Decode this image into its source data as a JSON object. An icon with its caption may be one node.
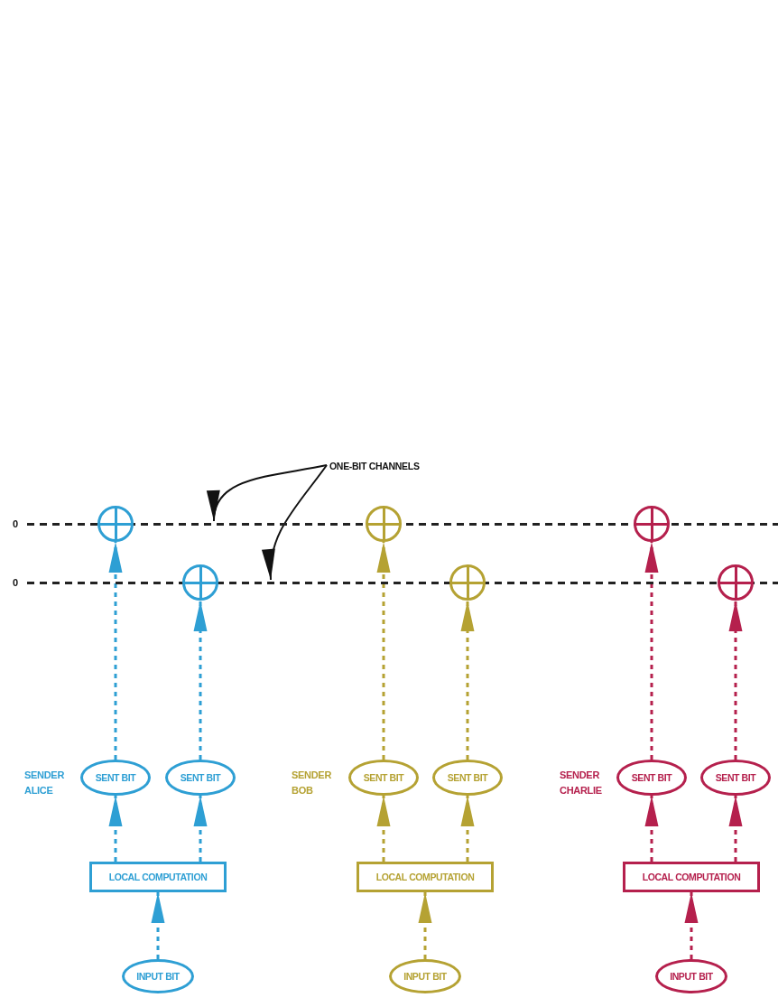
{
  "diagram": {
    "nodes": [
      {
        "text": [
          "ONE-BIT CHANNELS"
        ]
      },
      {
        "text": [],
        "shape": "line"
      },
      {
        "text": [],
        "shape": "line"
      },
      {
        "text": [],
        "shape": "circle"
      },
      {
        "text": [],
        "shape": "circle"
      },
      {
        "text": [],
        "shape": "circle"
      },
      {
        "text": [],
        "shape": "circle"
      },
      {
        "text": [],
        "shape": "circle"
      },
      {
        "text": [],
        "shape": "circle"
      },
      {
        "text": [
          "SENT BIT"
        ]
      },
      {
        "text": [
          "SENT BIT"
        ]
      },
      {
        "text": [
          "SENT BIT"
        ]
      },
      {
        "text": [
          "SENT BIT"
        ]
      },
      {
        "text": [
          "SENT BIT"
        ]
      },
      {
        "text": [
          "SENT BIT"
        ]
      },
      {
        "text": [
          "LOCAL COMPUTATION"
        ]
      },
      {
        "text": [
          "LOCAL COMPUTATION"
        ]
      },
      {
        "text": [
          "LOCAL COMPUTATION"
        ]
      },
      {
        "text": [
          "INPUT BIT"
        ]
      },
      {
        "text": [
          "INPUT BIT"
        ]
      },
      {
        "text": [
          "INPUT BIT"
        ]
      }
    ],
    "edges": [
      {
        "from": 0,
        "to": 1,
        "arrow": "to",
        "color": "#111111"
      },
      {
        "from": 0,
        "to": 2,
        "arrow": "to",
        "color": "#111111"
      },
      {
        "from": 9,
        "to": 3,
        "arrow": "to",
        "style": "dashed",
        "color": "#2e9fd4"
      },
      {
        "from": 10,
        "to": 6,
        "arrow": "to",
        "style": "dashed",
        "color": "#2e9fd4"
      },
      {
        "from": 15,
        "to": 9,
        "arrow": "to",
        "style": "dashed",
        "color": "#2e9fd4"
      },
      {
        "from": 15,
        "to": 10,
        "arrow": "to",
        "style": "dashed",
        "color": "#2e9fd4"
      },
      {
        "from": 18,
        "to": 15,
        "arrow": "to",
        "style": "dashed",
        "color": "#2e9fd4"
      },
      {
        "from": 11,
        "to": 4,
        "arrow": "to",
        "style": "dashed",
        "color": "#b5a233"
      },
      {
        "from": 12,
        "to": 7,
        "arrow": "to",
        "style": "dashed",
        "color": "#b5a233"
      },
      {
        "from": 16,
        "to": 11,
        "arrow": "to",
        "style": "dashed",
        "color": "#b5a233"
      },
      {
        "from": 16,
        "to": 12,
        "arrow": "to",
        "style": "dashed",
        "color": "#b5a233"
      },
      {
        "from": 19,
        "to": 16,
        "arrow": "to",
        "style": "dashed",
        "color": "#b5a233"
      },
      {
        "from": 13,
        "to": 5,
        "arrow": "to",
        "style": "dashed",
        "color": "#b5204d"
      },
      {
        "from": 14,
        "to": 8,
        "arrow": "to",
        "style": "dashed",
        "color": "#b5204d"
      },
      {
        "from": 17,
        "to": 13,
        "arrow": "to",
        "style": "dashed",
        "color": "#b5204d"
      },
      {
        "from": 17,
        "to": 14,
        "arrow": "to",
        "style": "dashed",
        "color": "#b5204d"
      },
      {
        "from": 20,
        "to": 17,
        "arrow": "to",
        "style": "dashed",
        "color": "#b5204d"
      }
    ],
    "labels": [
      "0",
      "0",
      "SENDER ALICE",
      "SENDER BOB",
      "SENDER CHARLIE"
    ]
  }
}
